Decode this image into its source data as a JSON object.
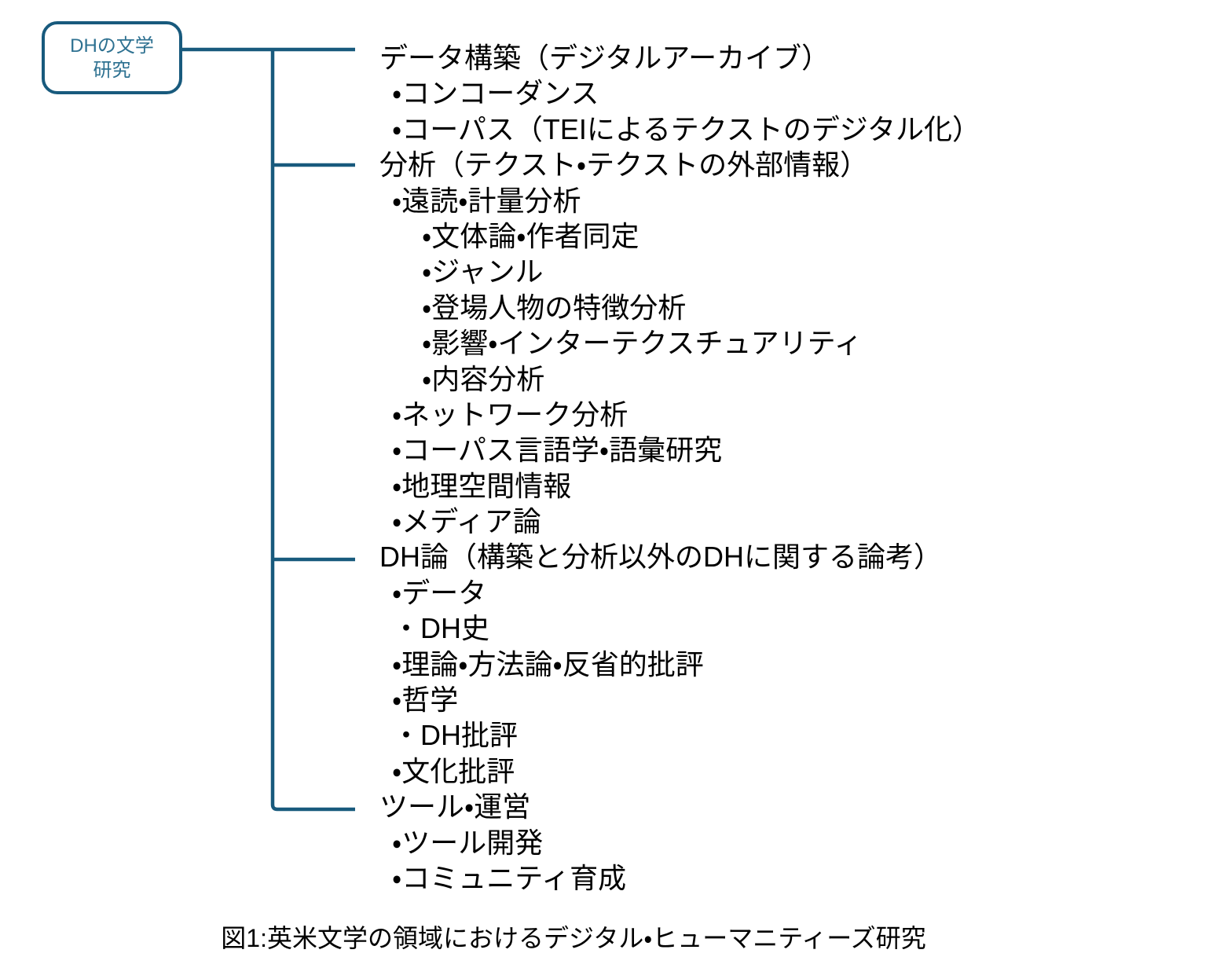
{
  "root": {
    "label_line1": "DHの文学",
    "label_line2": "研究"
  },
  "tree": {
    "items": [
      {
        "label": "データ構築（デジタルアーカイブ）",
        "level": 0
      },
      {
        "label": "・コンコーダンス",
        "level": 1
      },
      {
        "label": "・コーパス（TEIによるテクストのデジタル化）",
        "level": 1
      },
      {
        "label": "分析（テクスト・テクストの外部情報）",
        "level": 0
      },
      {
        "label": "・遠読・計量分析",
        "level": 1
      },
      {
        "label": "・文体論・作者同定",
        "level": 2
      },
      {
        "label": "・ジャンル",
        "level": 2
      },
      {
        "label": "・登場人物の特徴分析",
        "level": 2
      },
      {
        "label": "・影響・インターテクスチュアリティ",
        "level": 2
      },
      {
        "label": "・内容分析",
        "level": 2
      },
      {
        "label": "・ネットワーク分析",
        "level": 1
      },
      {
        "label": "・コーパス言語学・語彙研究",
        "level": 1
      },
      {
        "label": "・地理空間情報",
        "level": 1
      },
      {
        "label": "・メディア論",
        "level": 1
      },
      {
        "label": "DH論（構築と分析以外のDHに関する論考）",
        "level": 0
      },
      {
        "label": "・データ",
        "level": 1
      },
      {
        "label": "・DH史",
        "level": 1
      },
      {
        "label": "・理論・方法論・反省的批評",
        "level": 1
      },
      {
        "label": "・哲学",
        "level": 1
      },
      {
        "label": "・DH批評",
        "level": 1
      },
      {
        "label": "・文化批評",
        "level": 1
      },
      {
        "label": "ツール・運営",
        "level": 0
      },
      {
        "label": "・ツール開発",
        "level": 1
      },
      {
        "label": "・コミュニティ育成",
        "level": 1
      }
    ]
  },
  "caption": "図1:英米文学の領域におけるデジタル・ヒューマニティーズ研究",
  "colors": {
    "line": "#185a7d",
    "box_text": "#2e7191",
    "text": "#000000",
    "background": "#ffffff"
  }
}
